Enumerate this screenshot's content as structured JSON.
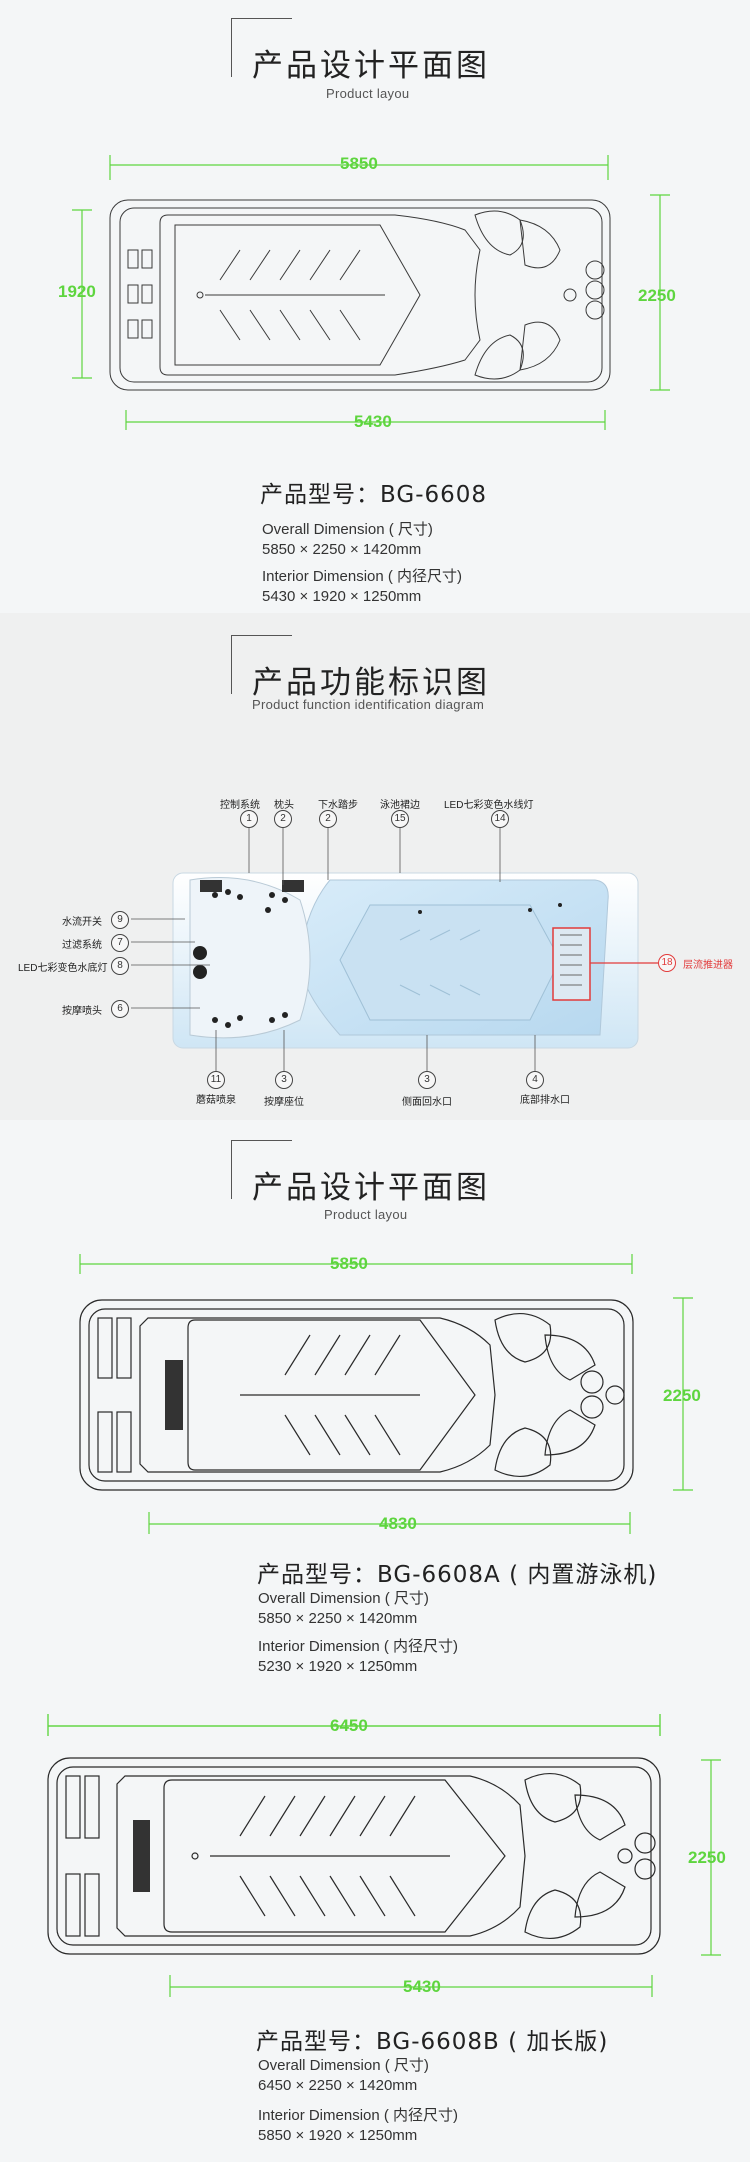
{
  "colors": {
    "dimension": "#5ed53f",
    "outline": "#3a3a3a",
    "callout_red": "#e23b3b"
  },
  "section1": {
    "title": "产品设计平面图",
    "subtitle": "Product layou",
    "dims": {
      "top": "5850",
      "left": "1920",
      "right": "2250",
      "bottom": "5430"
    },
    "model": "产品型号：BG-6608",
    "overall_label": "Overall Dimension ( 尺寸)",
    "overall_value": "5850 × 2250 × 1420mm",
    "interior_label": "Interior Dimension ( 内径尺寸)",
    "interior_value": "5430 × 1920 × 1250mm"
  },
  "section2": {
    "title": "产品功能标识图",
    "subtitle": "Product function identification diagram",
    "top_callouts": [
      {
        "label": "控制系统",
        "num": "1"
      },
      {
        "label": "枕头",
        "num": "2"
      },
      {
        "label": "下水踏步",
        "num": "2"
      },
      {
        "label": "泳池裙边",
        "num": "15"
      },
      {
        "label": "LED七彩变色水线灯",
        "num": "14"
      }
    ],
    "left_callouts": [
      {
        "label": "水流开关",
        "num": "9"
      },
      {
        "label": "过滤系统",
        "num": "7"
      },
      {
        "label": "LED七彩变色水底灯",
        "num": "8"
      },
      {
        "label": "按摩喷头",
        "num": "6"
      }
    ],
    "bottom_callouts": [
      {
        "label": "蘑菇喷泉",
        "num": "11"
      },
      {
        "label": "按摩座位",
        "num": "3"
      },
      {
        "label": "侧面回水口",
        "num": "3"
      },
      {
        "label": "底部排水口",
        "num": "4"
      }
    ],
    "right_callout": {
      "label": "层流推进器",
      "num": "18"
    }
  },
  "section3": {
    "title": "产品设计平面图",
    "subtitle": "Product layou",
    "planA": {
      "dims": {
        "top": "5850",
        "right": "2250",
        "bottom": "4830"
      },
      "model": "产品型号：BG-6608A ( 内置游泳机)",
      "overall_label": "Overall Dimension ( 尺寸)",
      "overall_value": "5850 × 2250 × 1420mm",
      "interior_label": "Interior Dimension ( 内径尺寸)",
      "interior_value": "5230 × 1920 × 1250mm"
    },
    "planB": {
      "dims": {
        "top": "6450",
        "right": "2250",
        "bottom": "5430"
      },
      "model": "产品型号：BG-6608B ( 加长版)",
      "overall_label": "Overall Dimension ( 尺寸)",
      "overall_value": "6450 × 2250 × 1420mm",
      "interior_label": "Interior Dimension ( 内径尺寸)",
      "interior_value": "5850 × 1920 × 1250mm"
    }
  }
}
